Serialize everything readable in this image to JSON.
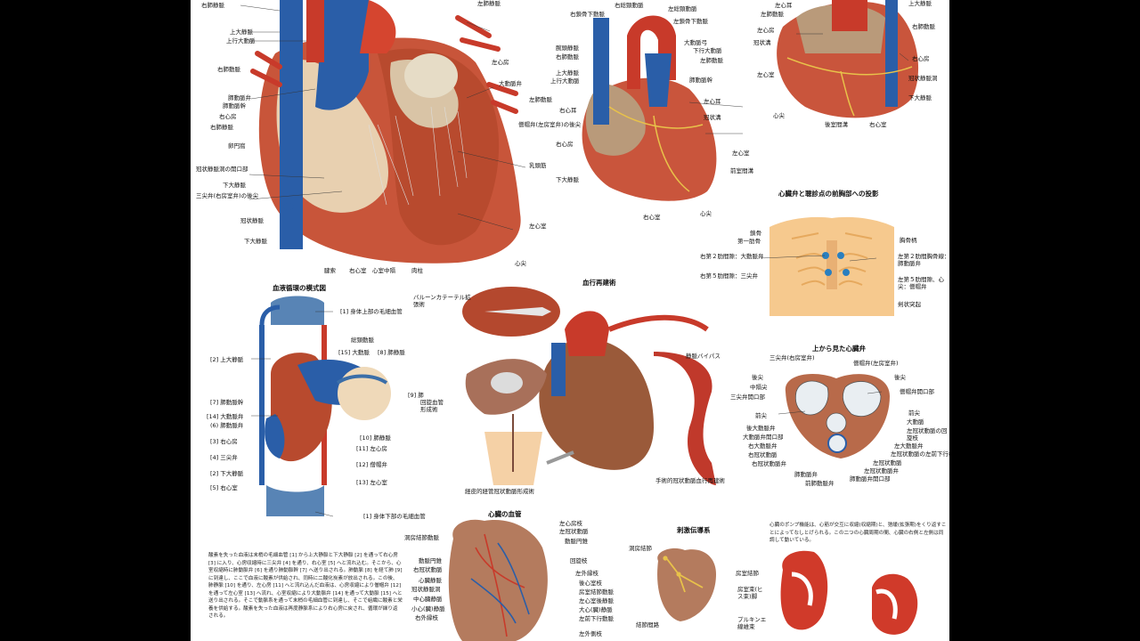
{
  "figures": {
    "heart_section": {
      "labels": {
        "right_pulmonary_vein_top": "右肺静脈",
        "svc": "上大静脈",
        "ascending_aorta": "上行大動脈",
        "right_pulmonary_artery": "右肺動脈",
        "pulmonary_valve": "肺動脈弁",
        "pulmonary_trunk": "肺動脈幹",
        "right_atrium": "右心房",
        "right_pulmonary_vein": "右肺静脈",
        "fossa_ovalis": "卵円窩",
        "coronary_sinus_opening": "冠状静脈洞の開口部",
        "ivc": "下大静脈",
        "tricuspid_posterior": "三尖弁(右房室弁)の後尖",
        "coronary_sinus": "冠状静脈",
        "ivc_bottom": "下大静脈",
        "left_pulmonary_veins": "左肺静脈",
        "left_atrium": "左心房",
        "aortic_valve": "大動脈弁",
        "left_pulmonary_artery": "左肺動脈",
        "mitral_posterior": "僧帽弁(左房室弁)の後尖",
        "papillary_muscle": "乳頭筋",
        "left_ventricle": "左心室",
        "apex": "心尖",
        "chordae": "腱索",
        "right_ventricle": "右心室",
        "septum": "心室中隔",
        "trabeculae": "肉柱"
      }
    },
    "heart_front": {
      "labels": {
        "right_common_carotid": "右総頸動脈",
        "right_subclavian": "右鎖骨下動脈",
        "left_common_carotid": "左総頸動脈",
        "left_subclavian": "左鎖骨下動脈",
        "brachiocephalic": "腕頭静脈",
        "right_pulmonary_artery": "右肺動脈",
        "aortic_arch": "大動脈弓",
        "descending_aorta": "下行大動脈",
        "left_pulmonary_artery": "左肺動脈",
        "svc": "上大静脈",
        "ascending_aorta": "上行大動脈",
        "pulmonary_trunk": "肺動脈幹",
        "right_auricle": "右心耳",
        "left_auricle": "左心耳",
        "coronary_groove": "冠状溝",
        "right_atrium": "右心房",
        "left_ventricle": "左心室",
        "ivc": "下大静脈",
        "anterior_groove": "前室間溝",
        "right_ventricle": "右心室",
        "apex": "心尖"
      }
    },
    "heart_back": {
      "labels": {
        "left_auricle": "左心耳",
        "left_pulmonary_artery": "左肺動脈",
        "left_atrium": "左心房",
        "coronary_groove": "冠状溝",
        "left_ventricle": "左心室",
        "apex": "心尖",
        "svc": "上大静脈",
        "right_pulmonary_artery": "右肺動脈",
        "right_atrium": "右心房",
        "coronary_sinus": "冠状静脈洞",
        "ivc": "下大静脈",
        "posterior_groove": "後室間溝",
        "right_ventricle": "右心室"
      }
    },
    "auscultation": {
      "title": "心臓弁と聴診点の前胸部への投影",
      "labels": {
        "clavicle": "鎖骨",
        "first_rib": "第一肋骨",
        "manubrium": "胸骨柄",
        "right_2nd": "右第２肋間隙：大動脈弁",
        "left_2nd": "左第２肋間胸骨線：肺動脈弁",
        "right_5th": "右第５肋間隙：三尖弁",
        "left_5th": "左第５肋間隙、心尖：僧帽弁",
        "xiphoid": "剣状突起"
      }
    },
    "circulation": {
      "title": "血液循環の模式図",
      "labels": {
        "upper_capillary": "[1] 身体上部の毛細血管",
        "common_carotid": "総頸動脈",
        "svc": "[2] 上大静脈",
        "aorta": "[15] 大動脈",
        "pulmonary_vein": "[8] 肺静脈",
        "lung": "[9] 肺",
        "pulmonary_trunk": "[7] 肺動脈幹",
        "aortic_valve": "[14] 大動脈弁",
        "pulmonary_valve": "(6) 肺動脈弁",
        "right_atrium": "[3] 右心房",
        "tricuspid": "[4] 三尖弁",
        "ivc": "[2] 下大静脈",
        "right_ventricle": "[5] 右心室",
        "pulmonary_vein_10": "[10] 肺静脈",
        "left_atrium": "[11] 左心房",
        "mitral": "[12] 僧帽弁",
        "left_ventricle": "[13] 左心室",
        "lower_capillary": "[1] 身体下部の毛細血管"
      },
      "description": "酸素を失った血液は末梢の毛細血管 [1] から上大静脈と下大静脈 [2] を通って右心房 [3] に入り、心房収縮時に三尖弁 [4] を通り、右心室 [5] へと流れ込む。そこから、心室収縮時に肺動脈弁 [6] を通り肺動脈幹 [7] へ送り出される。肺動脈 [8] を経て肺 [9] に到達し、ここで血液に酸素が供給され、同時に二酸化炭素が放出される。この後、肺静脈 [10] を通り、左心房 [11] へと流れ込んだ血液は、心房収縮により僧帽弁 [12] を通って左心室 [13] へ流れ、心室収縮により大動脈弁 [14] を通って大動脈 [15] へと送り出される。そこで動脈系を通って末梢の毛細血管に到達し、そこで組織に酸素と栄養を供給する。酸素を失った血液は再度静脈系により右心房に戻され、循環が繰り返される。"
    },
    "revascularization": {
      "title": "血行再建術",
      "labels": {
        "balloon": "バルーンカテーテル拡張術",
        "bypass": "静脈バイパス",
        "stent": "回旋血管形成術",
        "percutaneous": "経皮的経管冠状動脈形成術",
        "surgical": "手術的冠状動脈血行再建術"
      }
    },
    "valves_top": {
      "title": "上から見た心臓弁",
      "labels": {
        "tricuspid": "三尖弁(右房室弁)",
        "mitral": "僧帽弁(左房室弁)",
        "posterior_cusp_r": "後尖",
        "septal_cusp": "中隔尖",
        "tricuspid_opening": "三尖弁開口部",
        "anterior_cusp": "前尖",
        "posterior_cusp_l": "後尖",
        "mitral_opening": "僧帽弁開口部",
        "anterior_cusp_l": "前尖",
        "aorta": "大動脈",
        "posterior_aortic": "後大動脈弁",
        "aortic_opening": "大動脈弁開口部",
        "right_aortic": "右大動脈弁",
        "right_coronary": "右冠状動脈",
        "right_coronary_artery": "右冠状動脈弁",
        "pulmonary_valve": "肺動脈弁",
        "anterior_pulmonary": "前肺動脈弁",
        "left_coronary_circumflex": "左冠状動脈の回旋枝",
        "left_aortic": "左大動脈弁",
        "left_coronary_anterior": "左冠状動脈の左前下行枝",
        "left_coronary": "左冠状動脈",
        "left_coronary_valve": "左冠状動脈弁",
        "pulmonary_opening": "肺動脈弁開口部"
      }
    },
    "coronary": {
      "title": "心臓の血管",
      "labels": {
        "sinus_artery": "洞房結節動脈",
        "pulmonary_trunk": "動脈円錐",
        "right_coronary": "右冠状動脈",
        "great_cardiac": "心臓静脈",
        "coronary_sinus": "冠状静脈洞",
        "small_cardiac": "中心臓静脈",
        "middle_cardiac": "小心(臓)静脈",
        "right_marginal": "右外縁枝",
        "left_circumflex": "左心房枝",
        "left_coronary": "左冠状動脈",
        "conus": "動脈円錐",
        "circumflex": "回旋枝",
        "left_marginal": "左外縁枝",
        "posterior_ventricular": "後心室枝",
        "av_node_artery": "房室結節動脈",
        "left_ventricular_vein": "左心室後静脈",
        "great_vein": "大心(臓)静脈",
        "anterior_descending": "左前下行動脈",
        "left_marginal_b": "左外側枝"
      }
    },
    "conduction": {
      "title": "刺激伝導系",
      "labels": {
        "sa_node": "洞房結節",
        "av_node": "房室結節",
        "bundle": "房室束(ヒス束)脚",
        "internodal": "結節間路",
        "purkinje": "プルキンエ線維束"
      }
    },
    "pump_note": {
      "text": "心臓のポンプ機能は、心筋が交互に収縮(収縮期)と、弛緩(拡張期)をくり返すことによってなしとげられる。この二つの心臓周期の間、心臓の右側と左側は同調して動いている。"
    }
  }
}
